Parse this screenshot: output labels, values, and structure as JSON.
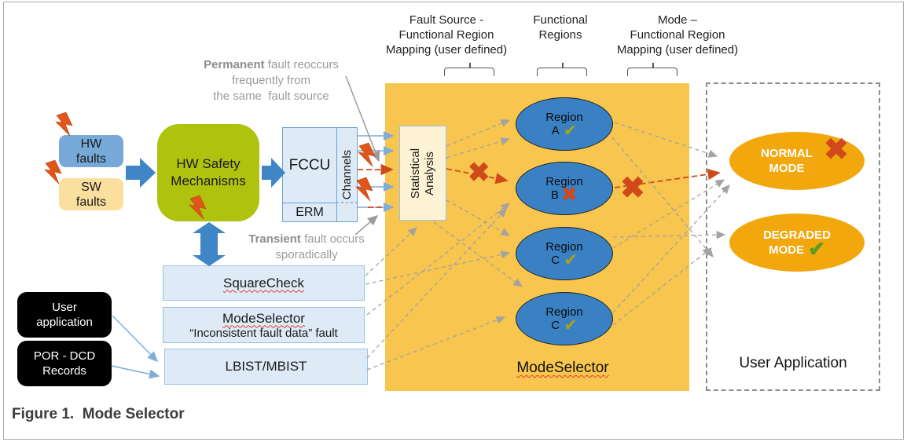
{
  "caption": "Figure 1.  Mode Selector",
  "top_labels": {
    "fault_source_mapping": {
      "l1": "Fault Source -",
      "l2": "Functional Region",
      "l3": "Mapping (user defined)"
    },
    "functional_regions": {
      "l1": "Functional",
      "l2": "Regions"
    },
    "mode_mapping": {
      "l1": "Mode –",
      "l2": "Functional Region",
      "l3": "Mapping (user defined)"
    }
  },
  "fault_sources": {
    "hw_faults": {
      "l1": "HW",
      "l2": "faults"
    },
    "sw_faults": {
      "l1": "SW",
      "l2": "faults"
    }
  },
  "hw_safety": {
    "l1": "HW Safety",
    "l2": "Mechanisms"
  },
  "fccu": {
    "fccu": "FCCU",
    "erm": "ERM",
    "channels": "Channels"
  },
  "annotations": {
    "permanent": {
      "bold": "Permanent",
      "l1rest": " fault reoccurs",
      "l2": "frequently from",
      "l3": "the same  fault source"
    },
    "transient": {
      "bold": "Transient",
      "l1rest": " fault occurs",
      "l2": "sporadically"
    }
  },
  "software_blocks": {
    "squarecheck": "SquareCheck",
    "modeselector": "ModeSelector",
    "modeselector_sub": "“Inconsistent fault data” fault",
    "lbist": "LBIST/MBIST"
  },
  "input_blocks": {
    "user_application": {
      "l1": "User",
      "l2": "application"
    },
    "por_dcd": {
      "l1": "POR - DCD",
      "l2": "Records"
    }
  },
  "modeselector_panel": {
    "label": "ModeSelector",
    "statistical_analysis": {
      "l1": "Statistical",
      "l2": "Analysis"
    },
    "regions": [
      {
        "line1": "Region",
        "letter": "A",
        "status": "pass"
      },
      {
        "line1": "Region",
        "letter": "B",
        "status": "fail"
      },
      {
        "line1": "Region",
        "letter": "C",
        "status": "pass"
      },
      {
        "line1": "Region",
        "letter": "C",
        "status": "pass"
      }
    ]
  },
  "user_app_panel": {
    "label": "User Application",
    "modes": [
      {
        "l1": "NORMAL",
        "l2": "MODE",
        "status": "fail"
      },
      {
        "l1": "DEGRADED",
        "l2": "MODE",
        "status": "pass"
      }
    ]
  },
  "icons": {
    "check": "✔",
    "cross": "✖"
  },
  "colors": {
    "panel_orange": "#F8C54E",
    "region_blue": "#3A81C4",
    "mode_orange": "#F2A70D",
    "fail_red": "#D0491B",
    "pass_olive": "#A8A317",
    "pass_green": "#5B9B28",
    "accent_blue": "#3E86C6",
    "box_blue_fill": "#DEEAF6",
    "safety_green": "#AFC20E"
  }
}
